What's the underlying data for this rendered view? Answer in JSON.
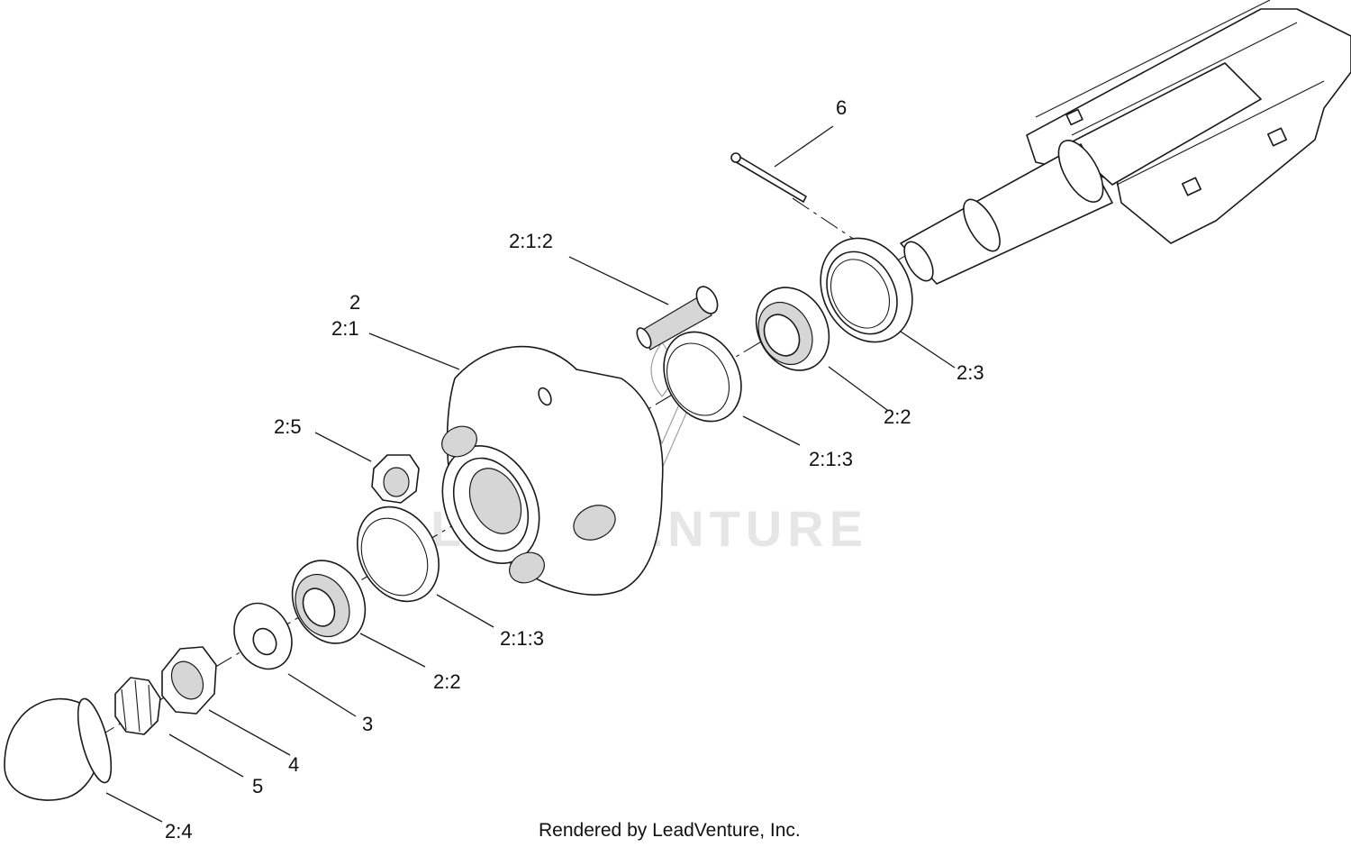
{
  "callouts": {
    "c6": "6",
    "c212": "2:1:2",
    "c2": "2",
    "c21": "2:1",
    "c23": "2:3",
    "c22_top": "2:2",
    "c213_top": "2:1:3",
    "c25": "2:5",
    "c213_bottom": "2:1:3",
    "c22_bottom": "2:2",
    "c3": "3",
    "c4": "4",
    "c5": "5",
    "c24": "2:4"
  },
  "watermark": "LEADVENTURE",
  "footer": "Rendered by LeadVenture, Inc."
}
